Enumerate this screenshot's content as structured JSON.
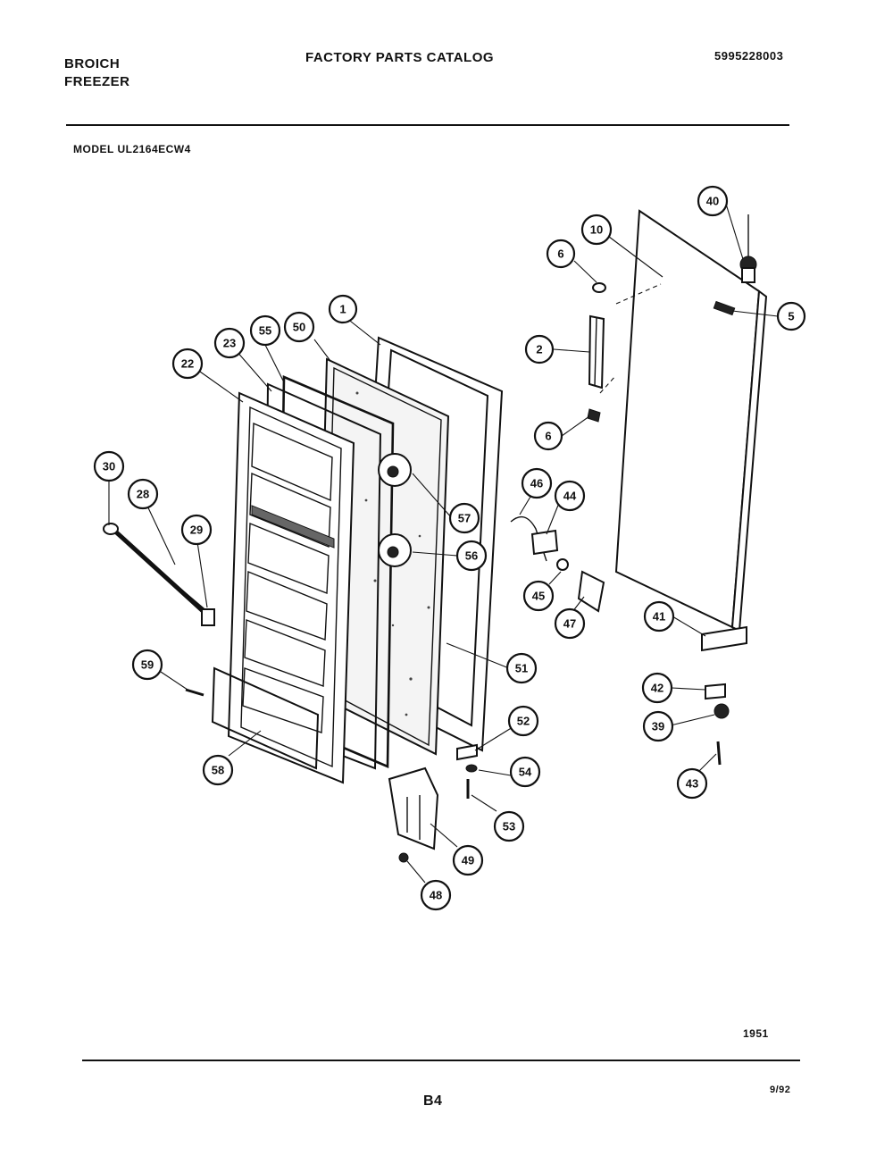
{
  "header": {
    "brand_line1": "BROICH",
    "brand_line2": "FREEZER",
    "title": "FACTORY PARTS CATALOG",
    "catalog_number": "5995228003",
    "model_label": "MODEL UL2164ECW4"
  },
  "footer": {
    "code": "1951",
    "page": "B4",
    "date": "9/92"
  },
  "callouts": [
    "1",
    "2",
    "5",
    "6",
    "6",
    "10",
    "22",
    "23",
    "28",
    "29",
    "30",
    "39",
    "40",
    "41",
    "42",
    "43",
    "44",
    "45",
    "46",
    "47",
    "48",
    "49",
    "50",
    "51",
    "52",
    "53",
    "54",
    "55",
    "56",
    "57",
    "58",
    "59"
  ]
}
